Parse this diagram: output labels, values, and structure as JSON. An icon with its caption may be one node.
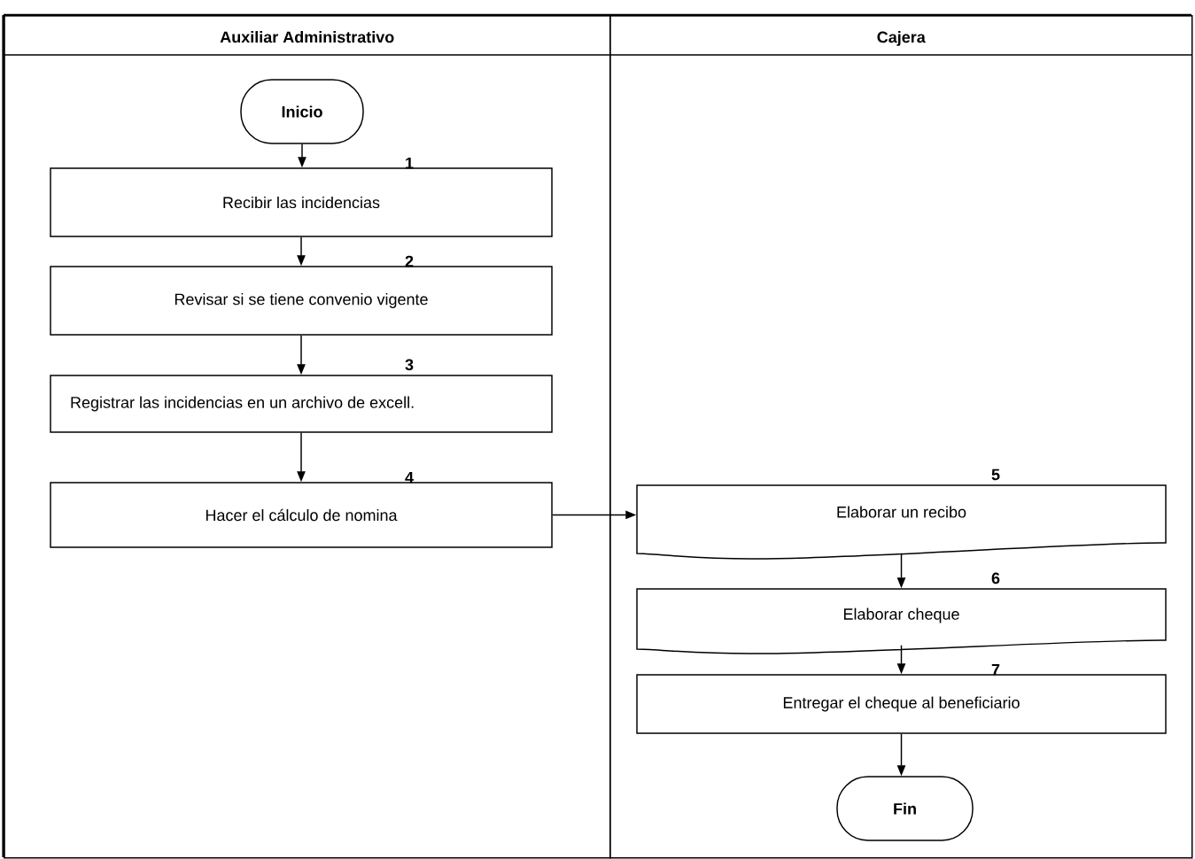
{
  "diagram": {
    "nodes": [
      {
        "text": [
          "Auxiliar Administrativo"
        ]
      },
      {
        "text": [
          "Cajera"
        ]
      },
      {
        "text": [
          "Inicio"
        ],
        "in": 0
      },
      {
        "text": [
          "Recibir las incidencias"
        ],
        "in": 0,
        "beside": [
          "1"
        ]
      },
      {
        "text": [
          "Revisar si se tiene convenio vigente"
        ],
        "in": 0,
        "beside": [
          "2"
        ]
      },
      {
        "text": [
          "Registrar las incidencias en un archivo de excell."
        ],
        "in": 0,
        "beside": [
          "3"
        ]
      },
      {
        "text": [
          "Hacer el cálculo de nomina"
        ],
        "in": 0,
        "beside": [
          "4"
        ]
      },
      {
        "text": [
          "Elaborar un recibo"
        ],
        "in": 1,
        "beside": [
          "5"
        ]
      },
      {
        "text": [
          "Elaborar cheque"
        ],
        "in": 1,
        "beside": [
          "6"
        ]
      },
      {
        "text": [
          "Entregar el cheque al beneficiario"
        ],
        "in": 1,
        "beside": [
          "7"
        ]
      },
      {
        "text": [
          "Fin"
        ],
        "in": 1
      }
    ],
    "edges": [
      {
        "from": 2,
        "to": 3,
        "arrow": "to"
      },
      {
        "from": 3,
        "to": 4,
        "arrow": "to"
      },
      {
        "from": 4,
        "to": 5,
        "arrow": "to"
      },
      {
        "from": 5,
        "to": 6,
        "arrow": "to"
      },
      {
        "from": 6,
        "to": 7,
        "arrow": "to"
      },
      {
        "from": 7,
        "to": 8,
        "arrow": "to"
      },
      {
        "from": 8,
        "to": 9,
        "arrow": "to"
      },
      {
        "from": 9,
        "to": 10,
        "arrow": "to"
      }
    ]
  }
}
